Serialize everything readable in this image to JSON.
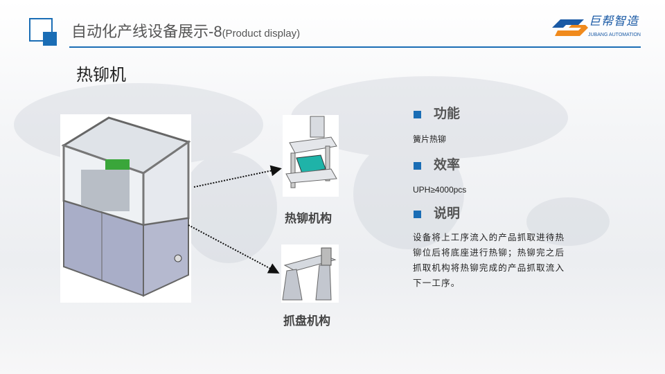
{
  "header": {
    "title": "自动化产线设备展示-8",
    "title_suffix": "(Product display)",
    "logo_cn": "巨帮智造",
    "logo_en": "JUBANG AUTOMATION"
  },
  "subtitle": "热铆机",
  "parts": {
    "part1": "热铆机构",
    "part2": "抓盘机构"
  },
  "sections": [
    {
      "heading": "功能",
      "text": "簧片热铆"
    },
    {
      "heading": "效率",
      "text": "UPH≥4000pcs"
    },
    {
      "heading": "说明",
      "text": "设备将上工序流入的产品抓取进待热铆位后将底座进行热铆；热铆完之后抓取机构将热铆完成的产品抓取流入下一工序。"
    }
  ],
  "colors": {
    "accent": "#1a6db5",
    "logo_orange": "#f08a1c"
  }
}
